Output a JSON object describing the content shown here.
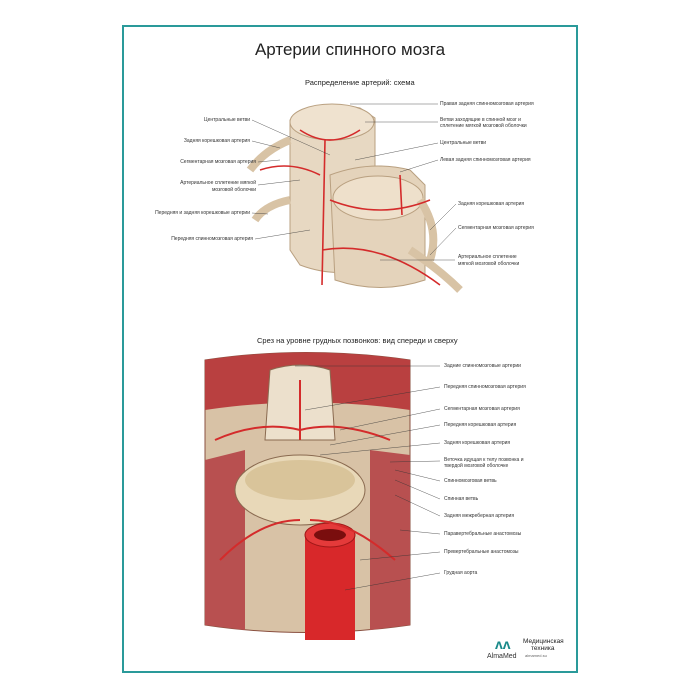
{
  "title": "Артерии спинного мозга",
  "top": {
    "subtitle": "Распределение артерий: схема",
    "left": [
      "Центральные ветви",
      "Задняя корешковая артерия",
      "Сегментарная мозговая артерия",
      "Артериальное сплетение  мягкой",
      "мозговой оболочки",
      "Передняя и задняя корешковые артерии",
      "Передняя спинномозговая артерия"
    ],
    "right": [
      "Правая задняя спинномозговая артерия",
      "Ветви заходящие в спинной мозг и",
      "сплетение мягкой мозговой оболочки",
      "Центральные ветви",
      "Левая задняя спинномозговая артерия",
      "Задняя корешковая артерия",
      "Сегментарная мозговая артерия",
      "Артериальное сплетение",
      "мягкой мозговой оболочки"
    ]
  },
  "bottom": {
    "subtitle": "Срез на уровне грудных позвонков: вид спереди и сверху",
    "right": [
      "Задние спинномозговые артерии",
      "Передняя спинномозговая артерия",
      "Сегментарная мозговая артерия",
      "Передняя корешковая артерия",
      "Задняя корешковая артерия",
      "Веточка идущая к телу позвонка и",
      "твердой мозговой оболочке",
      "Спинномозговая ветвь",
      "Спинная ветвь",
      "Задняя межреберная артерия",
      "Паравертебральные анастомозы",
      "Превертебральные анастомозы",
      "Грудная аорта"
    ]
  },
  "logo": {
    "brand": "AlmaMed",
    "line1": "Медицинская",
    "line2": "техника",
    "site": "almamed.su"
  }
}
